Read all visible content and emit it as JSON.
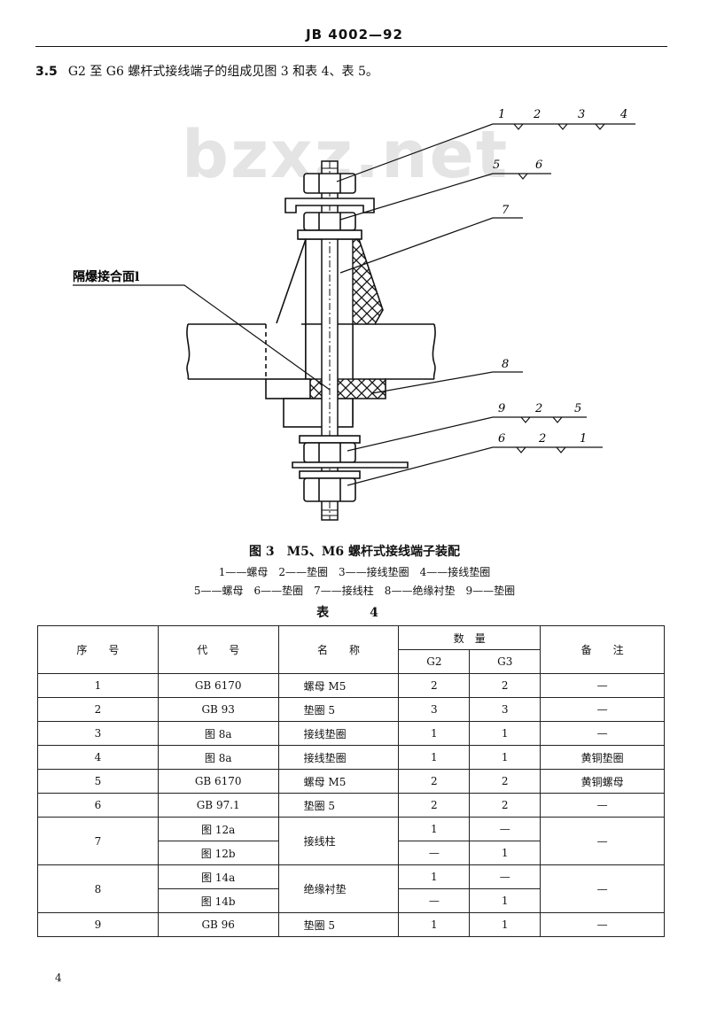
{
  "header": {
    "standard_code": "JB 4002—92"
  },
  "clause": {
    "number": "3.5",
    "text": "G2 至 G6 螺杆式接线端子的组成见图 3 和表 4、表 5。"
  },
  "watermark": "bzxz.net",
  "figure": {
    "callout_label": "隔爆接合面l",
    "leaders": {
      "top_right": [
        "1",
        "2",
        "3",
        "4"
      ],
      "nut_washer": [
        "5",
        "6"
      ],
      "post": [
        "7"
      ],
      "liner": [
        "8"
      ],
      "lower_a": [
        "9",
        "2",
        "5"
      ],
      "lower_b": [
        "6",
        "2",
        "1"
      ]
    },
    "caption": "图 3　M5、M6 螺杆式接线端子装配",
    "legend_line1": "1——螺母　2——垫圈　3——接线垫圈　4——接线垫圈",
    "legend_line2": "5——螺母　6——垫圈　7——接线柱　8——绝缘衬垫　9——垫圈"
  },
  "table": {
    "title": "表　4",
    "headers": {
      "seq": "序　　号",
      "code": "代　　号",
      "name": "名　　称",
      "qty": "数　量",
      "g2": "G2",
      "g3": "G3",
      "note": "备　　注"
    },
    "rows": [
      {
        "seq": "1",
        "code": "GB 6170",
        "name": "螺母 M5",
        "g2": "2",
        "g3": "2",
        "note": "—"
      },
      {
        "seq": "2",
        "code": "GB 93",
        "name": "垫圈 5",
        "g2": "3",
        "g3": "3",
        "note": "—"
      },
      {
        "seq": "3",
        "code": "图 8a",
        "name": "接线垫圈",
        "g2": "1",
        "g3": "1",
        "note": "—"
      },
      {
        "seq": "4",
        "code": "图 8a",
        "name": "接线垫圈",
        "g2": "1",
        "g3": "1",
        "note": "黄铜垫圈"
      },
      {
        "seq": "5",
        "code": "GB 6170",
        "name": "螺母 M5",
        "g2": "2",
        "g3": "2",
        "note": "黄铜螺母"
      },
      {
        "seq": "6",
        "code": "GB 97.1",
        "name": "垫圈 5",
        "g2": "2",
        "g3": "2",
        "note": "—"
      },
      {
        "seq": "7",
        "code_a": "图 12a",
        "code_b": "图 12b",
        "name": "接线柱",
        "g2_a": "1",
        "g3_a": "—",
        "g2_b": "—",
        "g3_b": "1",
        "note": "—"
      },
      {
        "seq": "8",
        "code_a": "图 14a",
        "code_b": "图 14b",
        "name": "绝缘衬垫",
        "g2_a": "1",
        "g3_a": "—",
        "g2_b": "—",
        "g3_b": "1",
        "note": "—"
      },
      {
        "seq": "9",
        "code": "GB 96",
        "name": "垫圈 5",
        "g2": "1",
        "g3": "1",
        "note": "—"
      }
    ]
  },
  "footer": {
    "page_number": "4"
  }
}
